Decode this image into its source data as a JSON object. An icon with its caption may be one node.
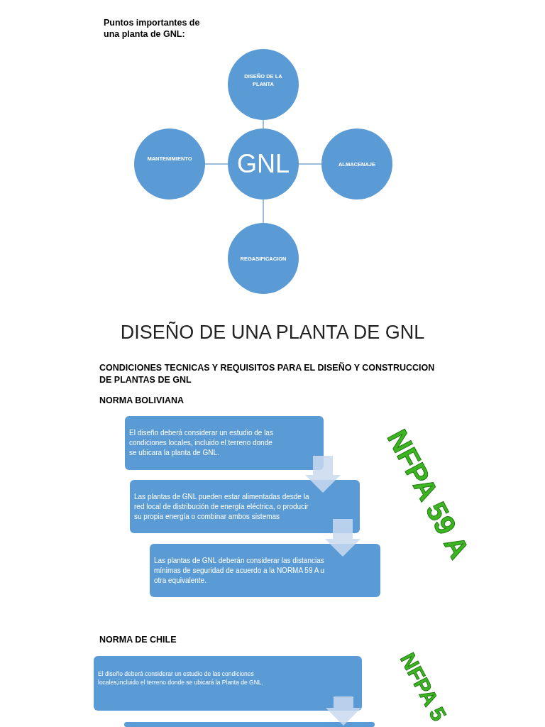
{
  "diagram": {
    "title": "Puntos importantes de una planta de GNL:",
    "nodes": [
      {
        "text": [
          "GNL"
        ]
      },
      {
        "text": [
          "DISEÑO DE LA PLANTA"
        ]
      },
      {
        "text": [
          "MANTENIMIENTO"
        ]
      },
      {
        "text": [
          "ALMACENAJE"
        ]
      },
      {
        "text": [
          "REGASIFICACION"
        ]
      },
      {
        "text": [
          "El diseño deberá considerar un estudio de las condiciones locales, incluido el terreno donde se ubicara la planta de GNL."
        ]
      },
      {
        "text": [
          "Las plantas de GNL pueden estar alimentadas desde la red local de distribución de energía eléctrica, o producir su propia energía o combinar ambos sistemas"
        ]
      },
      {
        "text": [
          "Las plantas de GNL deberán considerar las distancias mínimas de seguridad de acuerdo a la NORMA 59 A  u otra equivalente."
        ]
      },
      {
        "text": [
          "El diseño deberá considerar un estudio de las condiciones locales,incluido el terreno donde se ubicará la Planta de GNL."
        ]
      },
      {
        "text": [],
        "shape": "box"
      }
    ],
    "edges": [
      {
        "from": 0,
        "to": 1,
        "arrow": "none"
      },
      {
        "from": 0,
        "to": 2,
        "arrow": "none"
      },
      {
        "from": 0,
        "to": 3,
        "arrow": "none"
      },
      {
        "from": 0,
        "to": 4,
        "arrow": "none"
      },
      {
        "from": 5,
        "to": 6,
        "arrow": "to",
        "style": "thick",
        "color": "#c9d9ee"
      },
      {
        "from": 6,
        "to": 7,
        "arrow": "to",
        "style": "thick",
        "color": "#c9d9ee"
      },
      {
        "from": 8,
        "to": 9,
        "arrow": "to",
        "style": "thick",
        "color": "#c9d9ee"
      }
    ],
    "labels": [
      "DISEÑO DE UNA PLANTA DE GNL",
      "CONDICIONES TECNICAS Y REQUISITOS PARA EL DISEÑO Y CONSTRUCCION DE PLANTAS DE GNL",
      "NORMA BOLIVIANA",
      "NFPA 59 A",
      "NORMA DE CHILE",
      "NFPA 5"
    ]
  }
}
